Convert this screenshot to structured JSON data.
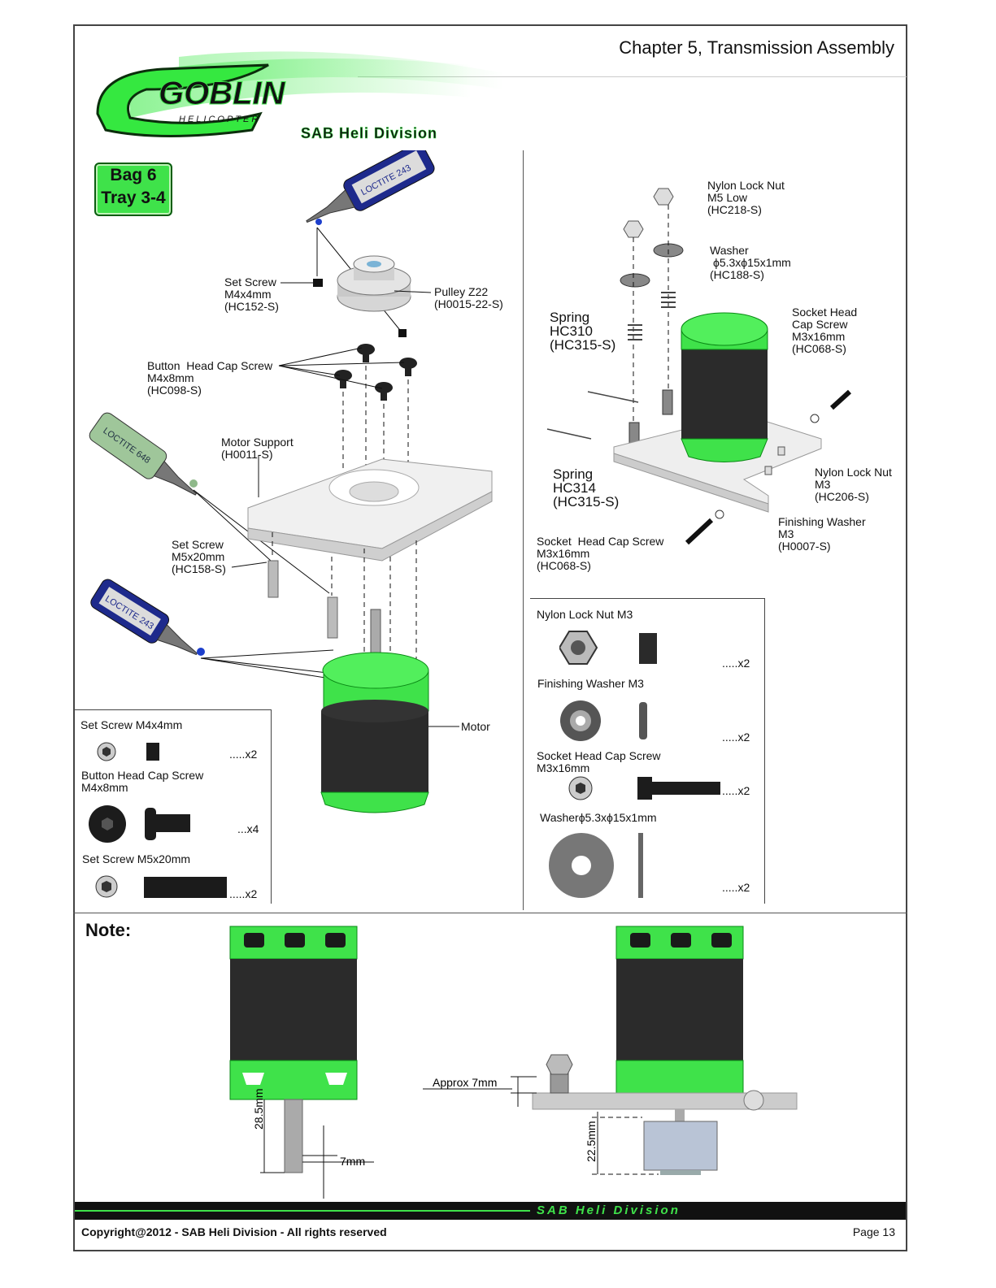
{
  "header": {
    "chapter_title": "Chapter 5,  Transmission Assembly",
    "logo_text": "GOBLIN",
    "logo_subtext": "HELICOPTER",
    "division_text": "SAB Heli Division"
  },
  "bag": {
    "line1": "Bag 6",
    "line2": "Tray 3-4"
  },
  "loctite": {
    "a": "LOCTITE 243",
    "b": "LOCTITE 648",
    "c": "LOCTITE 243"
  },
  "left_labels": {
    "set_screw_m4": {
      "l1": "Set Screw",
      "l2": "M4x4mm",
      "l3": "(HC152-S)"
    },
    "pulley": {
      "l1": "Pulley Z22",
      "l2": "(H0015-22-S)"
    },
    "button_head": {
      "l1": "Button  Head Cap Screw",
      "l2": "M4x8mm",
      "l3": "(HC098-S)"
    },
    "motor_support": {
      "l1": "Motor Support",
      "l2": "(H0011-S)"
    },
    "set_screw_m5": {
      "l1": "Set Screw",
      "l2": "M5x20mm",
      "l3": "(HC158-S)"
    },
    "motor": "Motor"
  },
  "right_labels": {
    "nylon_m5": {
      "l1": "Nylon Lock Nut",
      "l2": "M5 Low",
      "l3": "(HC218-S)"
    },
    "washer": {
      "l1": "Washer",
      "l2": "ϕ5.3xϕ15x1mm",
      "l3": "(HC188-S)"
    },
    "spring_310": {
      "l1": "Spring",
      "l2": "HC310",
      "l3": "(HC315-S)"
    },
    "socket_top": {
      "l1": "Socket Head",
      "l2": "Cap Screw",
      "l3": "M3x16mm",
      "l4": "(HC068-S)"
    },
    "spring_314": {
      "l1": "Spring",
      "l2": "HC314",
      "l3": "(HC315-S)"
    },
    "nylon_m3": {
      "l1": "Nylon Lock Nut",
      "l2": "M3",
      "l3": "(HC206-S)"
    },
    "finishing": {
      "l1": "Finishing Washer",
      "l2": "M3",
      "l3": "(H0007-S)"
    },
    "socket_bottom": {
      "l1": "Socket  Head Cap Screw",
      "l2": "M3x16mm",
      "l3": "(HC068-S)"
    }
  },
  "left_parts": [
    {
      "name": "Set Screw M4x4mm",
      "qty": ".....x2"
    },
    {
      "name": "Button  Head Cap Screw",
      "name2": "M4x8mm",
      "qty": "...x4"
    },
    {
      "name": "Set Screw M5x20mm",
      "qty": ".....x2"
    }
  ],
  "right_parts": [
    {
      "name": "Nylon  Lock Nut  M3",
      "qty": ".....x2"
    },
    {
      "name": "Finishing Washer M3",
      "qty": ".....x2"
    },
    {
      "name": "Socket  Head Cap Screw",
      "name2": "M3x16mm",
      "qty": ".....x2"
    },
    {
      "name": "Washerϕ5.3xϕ15x1mm",
      "qty": ".....x2"
    }
  ],
  "note": {
    "title": "Note:",
    "dim_shaft": "28.5mm",
    "dim_end": "7mm",
    "dim_approx": "Approx 7mm",
    "dim_pulley": "22.5mm"
  },
  "footer": {
    "copyright": "Copyright@2012 - SAB Heli Division - All rights reserved",
    "page": "Page 13",
    "banner": "SAB Heli Division"
  },
  "colors": {
    "green": "#3fe24a",
    "dark_green": "#0a8a15",
    "motor_black": "#2b2b2b",
    "loctite_blue": "#1e2a8c",
    "loctite_green": "#9fc69a"
  }
}
